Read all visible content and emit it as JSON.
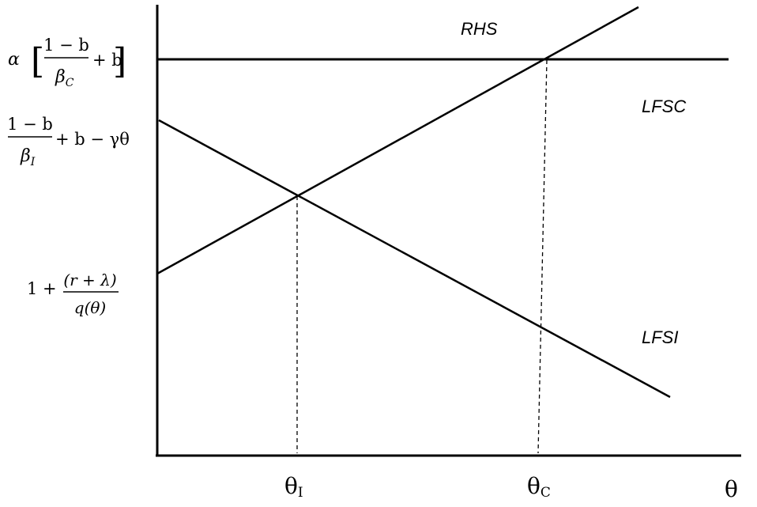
{
  "curves": {
    "rhs": "RHS",
    "lfsc": "LFSC",
    "lfsi": "LFSI"
  },
  "axis": {
    "x_var": "θ",
    "theta_i": {
      "base": "θ",
      "sub": "I"
    },
    "theta_c": {
      "base": "θ",
      "sub": "C"
    }
  },
  "y_labels": {
    "rhs_expr": {
      "alpha": "α",
      "open": "[",
      "frac_num": "1 − b",
      "frac_den_base": "β",
      "frac_den_sub": "C",
      "plus_b": "+ b",
      "close": "]"
    },
    "lfsi_expr": {
      "frac_num": "1 − b",
      "frac_den_base": "β",
      "frac_den_sub": "I",
      "rest": "+ b − γθ"
    },
    "lfsc_expr": {
      "lead": "1 +",
      "frac_num": "(r + λ)",
      "frac_den": "q(θ)"
    }
  }
}
